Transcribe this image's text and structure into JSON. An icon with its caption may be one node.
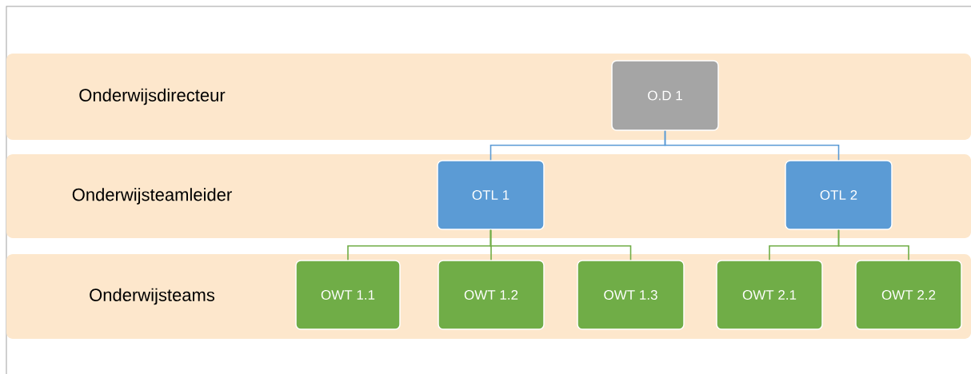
{
  "diagram": {
    "nodes": [
      {
        "text": [
          "Onderwijsdirecteur"
        ]
      },
      {
        "text": [
          "O.D 1"
        ],
        "in": 0
      },
      {
        "text": [
          "Onderwijsteamleider"
        ]
      },
      {
        "text": [
          "OTL 1"
        ],
        "in": 2
      },
      {
        "text": [
          "OTL 2"
        ],
        "in": 2
      },
      {
        "text": [
          "Onderwijsteams"
        ]
      },
      {
        "text": [
          "OWT 1.1"
        ],
        "in": 5
      },
      {
        "text": [
          "OWT 1.2"
        ],
        "in": 5
      },
      {
        "text": [
          "OWT 1.3"
        ],
        "in": 5
      },
      {
        "text": [
          "OWT 2.1"
        ],
        "in": 5
      },
      {
        "text": [
          "OWT 2.2"
        ],
        "in": 5
      }
    ],
    "edges": [
      {
        "from": 1,
        "to": 3,
        "arrow": "none",
        "color": "#5b9bd5"
      },
      {
        "from": 1,
        "to": 4,
        "arrow": "none",
        "color": "#5b9bd5"
      },
      {
        "from": 3,
        "to": 6,
        "arrow": "none"
      },
      {
        "from": 3,
        "to": 7,
        "arrow": "none"
      },
      {
        "from": 3,
        "to": 8,
        "arrow": "none"
      },
      {
        "from": 4,
        "to": 9,
        "arrow": "none"
      },
      {
        "from": 4,
        "to": 10,
        "arrow": "none"
      }
    ]
  }
}
